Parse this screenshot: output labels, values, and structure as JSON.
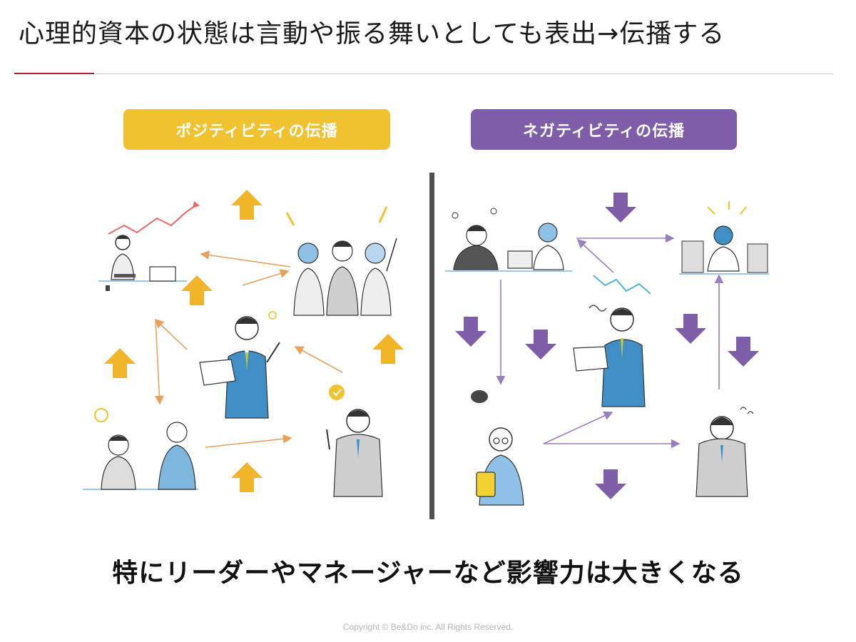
{
  "slide": {
    "title": "心理的資本の状態は言動や振る舞いとしても表出→伝播する",
    "subtitle": "特にリーダーやマネージャーなど影響力は大きくなる",
    "copyright": "Copyright © Be&Do inc. All Rights Reserved."
  },
  "colors": {
    "accent_rule": "#b0202a",
    "positive": "#f1c230",
    "negative": "#7e5ea8",
    "suit": "#3f8fc6"
  },
  "panels": {
    "positive": {
      "label": "ポジティビティの伝播",
      "arrow_direction": "up"
    },
    "negative": {
      "label": "ネガティビティの伝播",
      "arrow_direction": "down"
    }
  }
}
